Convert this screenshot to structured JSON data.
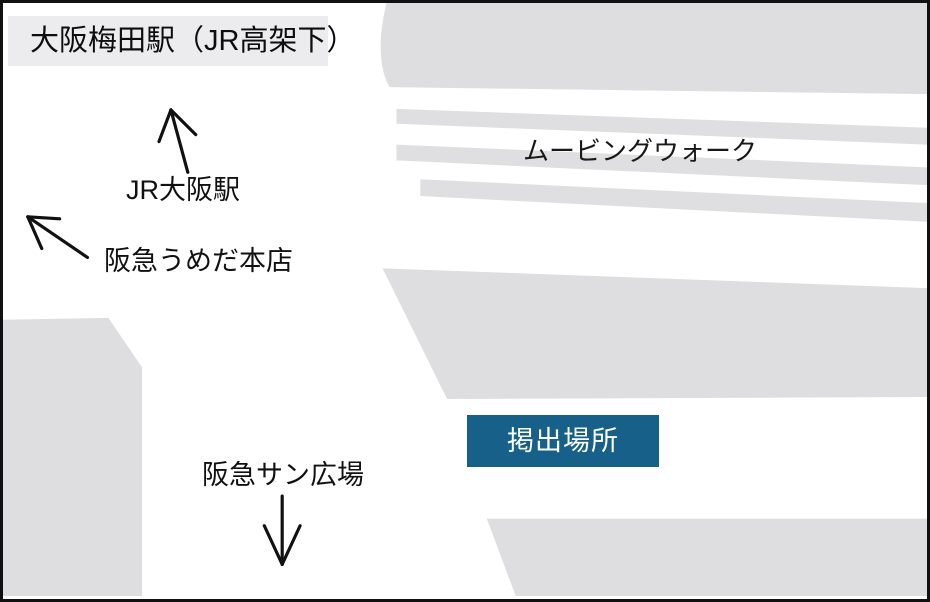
{
  "map": {
    "title": "大阪梅田駅（JR高架下）",
    "labels": {
      "jr_osaka_station": "JR大阪駅",
      "hankyu_umeda_honten": "阪急うめだ本店",
      "moving_walk": "ムービングウォーク",
      "hankyu_sun_hiroba": "阪急サン広場"
    },
    "badge": {
      "label": "掲出場所"
    },
    "arrows": {
      "jr_osaka_direction": "up-arrow",
      "hankyu_umeda_direction": "up-left-arrow",
      "hankyu_sun_direction": "down-arrow"
    },
    "colors": {
      "border": "#111111",
      "building_fill": "#dedee0",
      "title_band": "#ececee",
      "badge_background": "#16608a",
      "badge_text": "#ffffff",
      "text": "#111111"
    }
  }
}
